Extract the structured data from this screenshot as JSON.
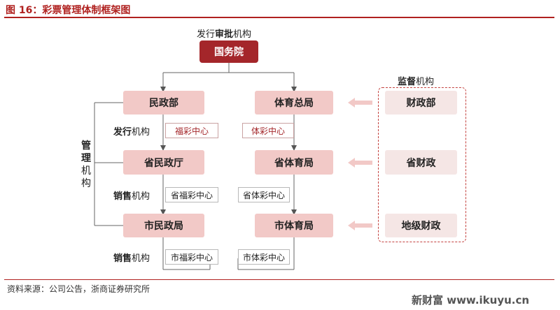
{
  "title": "图 16：彩票管理体制框架图",
  "labels": {
    "approval_bold": "审批",
    "approval_prefix": "发行",
    "approval_suffix": "机构",
    "supervision_bold": "监督",
    "supervision_suffix": "机构",
    "issue_bold": "发行",
    "issue_suffix": "机构",
    "sales1_bold": "销售",
    "sales1_suffix": "机构",
    "sales2_bold": "销售",
    "sales2_suffix": "机构",
    "management_bold1": "管",
    "management_bold2": "理",
    "management_rest1": "机",
    "management_rest2": "构"
  },
  "nodes": {
    "guowuyuan": "国务院",
    "minzhengbu": "民政部",
    "tiyuzongju": "体育总局",
    "shengminzhengting": "省民政厅",
    "shengtiyuju": "省体育局",
    "shiminzhengju": "市民政局",
    "shitiyuju": "市体育局",
    "caizhengbu": "财政部",
    "shengcaizheng": "省财政",
    "dijicaizheng": "地级财政"
  },
  "centers": {
    "fucai": "福彩中心",
    "ticai": "体彩中心",
    "shengfucai": "省福彩中心",
    "shengticai": "省体彩中心",
    "shifucai": "市福彩中心",
    "shiticai": "市体彩中心"
  },
  "source": "资料来源：公司公告，浙商证券研究所",
  "watermark": "新财富 www.ikuyu.cn"
}
